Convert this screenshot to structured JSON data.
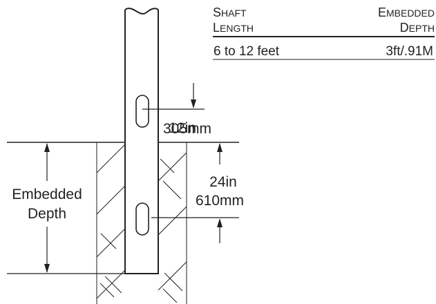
{
  "table": {
    "headers": [
      {
        "line1": "Shaft",
        "line2": "Length"
      },
      {
        "line1": "Embedded",
        "line2": "Depth"
      }
    ],
    "rows": [
      {
        "shaft_length": "6 to 12 feet",
        "embedded_depth": "3ft/.91M"
      }
    ]
  },
  "dimensions": {
    "top_slot_offset": {
      "imperial": "12in",
      "metric": "305mm"
    },
    "lower_slot_offset": {
      "imperial": "24in",
      "metric": "610mm"
    },
    "embedded_depth_label": {
      "line1": "Embedded",
      "line2": "Depth"
    }
  },
  "colors": {
    "line": "#231f20",
    "hatch": "#231f20",
    "background": "#ffffff"
  }
}
